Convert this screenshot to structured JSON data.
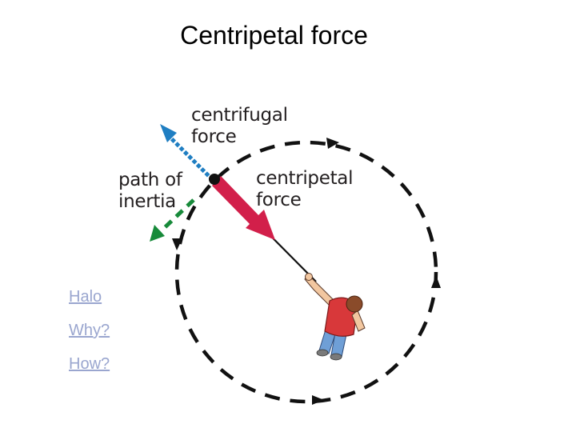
{
  "title": "Centripetal force",
  "diagram": {
    "labels": {
      "centrifugal_line1": "centrifugal",
      "centrifugal_line2": "force",
      "inertia_line1": "path of",
      "inertia_line2": "inertia",
      "centripetal_line1": "centripetal",
      "centripetal_line2": "force"
    },
    "colors": {
      "centrifugal_arrow": "#1f7ec2",
      "centripetal_arrow": "#d21f4a",
      "inertia_arrow": "#178a3a",
      "circular_path": "#111111",
      "person_shirt": "#d8383a",
      "person_pants": "#6f9fd6",
      "person_hair": "#8a4b2a"
    },
    "icons": [
      "person-swinging-ball-icon"
    ]
  },
  "links": [
    {
      "label": "Halo"
    },
    {
      "label": "Why?"
    },
    {
      "label": "How?"
    }
  ]
}
